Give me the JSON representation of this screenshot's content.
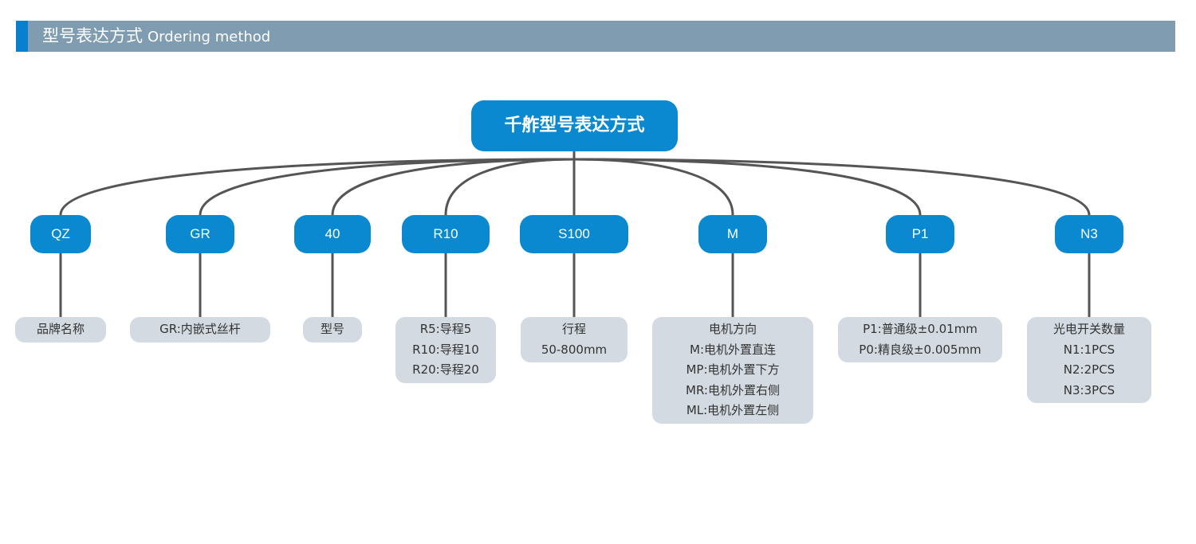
{
  "header": {
    "title_cn": "型号表达方式",
    "title_en": "Ordering method"
  },
  "colors": {
    "node_fill": "#0a88d0",
    "header_bar": "#7f9cb0",
    "header_accent": "#0a7fcf",
    "desc_fill": "#d3dae2",
    "connector": "#555555"
  },
  "root": {
    "label": "千舴型号表达方式"
  },
  "segments": [
    {
      "code": "QZ",
      "desc": [
        "品牌名称"
      ]
    },
    {
      "code": "GR",
      "desc": [
        "GR:内嵌式丝杆"
      ]
    },
    {
      "code": "40",
      "desc": [
        "型号"
      ]
    },
    {
      "code": "R10",
      "desc": [
        "R5:导程5",
        "R10:导程10",
        "R20:导程20"
      ]
    },
    {
      "code": "S100",
      "desc": [
        "行程",
        "50-800mm"
      ]
    },
    {
      "code": "M",
      "desc": [
        "电机方向",
        "M:电机外置直连",
        "MP:电机外置下方",
        "MR:电机外置右侧",
        "ML:电机外置左侧"
      ]
    },
    {
      "code": "P1",
      "desc": [
        "P1:普通级±0.01mm",
        "P0:精良级±0.005mm"
      ]
    },
    {
      "code": "N3",
      "desc": [
        "光电开关数量",
        "N1:1PCS",
        "N2:2PCS",
        "N3:3PCS"
      ]
    }
  ]
}
